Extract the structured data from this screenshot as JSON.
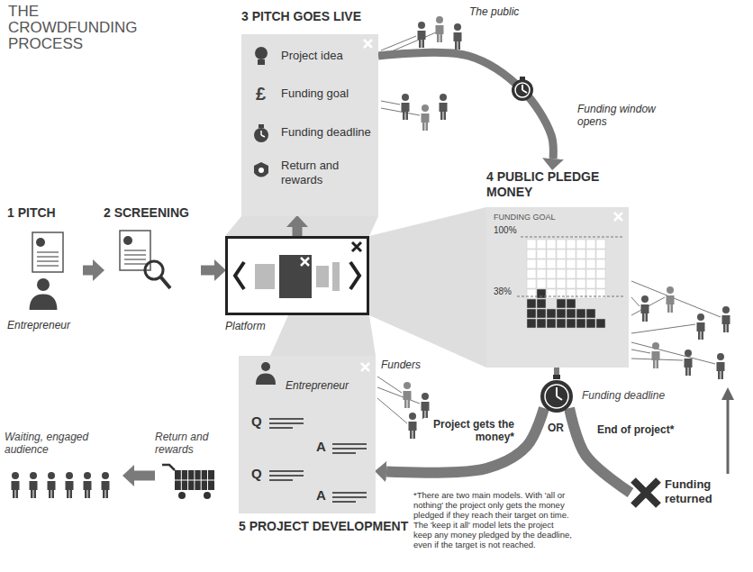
{
  "diagram": {
    "title": "THE CROWDFUNDING PROCESS",
    "nodes": [
      {
        "text": [
          "1 PITCH",
          "Entrepreneur"
        ]
      },
      {
        "text": [
          "2 SCREENING"
        ]
      },
      {
        "text": [
          "Platform"
        ]
      },
      {
        "text": [
          "3 PITCH GOES LIVE",
          "Project idea",
          "Funding goal",
          "Funding deadline",
          "Return and rewards"
        ]
      },
      {
        "text": [
          "4 PUBLIC PLEDGE MONEY",
          "FUNDING GOAL",
          "100%",
          "38%"
        ]
      },
      {
        "text": [
          "Funding deadline"
        ]
      },
      {
        "text": [
          "5 PROJECT DEVELOPMENT",
          "Entrepreneur",
          "Q",
          "A",
          "Q",
          "A"
        ]
      },
      {
        "text": [
          "Return and rewards"
        ]
      },
      {
        "text": [
          "Waiting, engaged audience"
        ]
      },
      {
        "text": [
          "Funding returned"
        ]
      }
    ],
    "edges": [
      {
        "from": 0,
        "to": 1,
        "arrow": "to"
      },
      {
        "from": 1,
        "to": 2,
        "arrow": "to"
      },
      {
        "from": 2,
        "to": 3,
        "arrow": "to"
      },
      {
        "from": 3,
        "to": 4,
        "label": "Funding window opens",
        "arrow": "to"
      },
      {
        "from": 4,
        "to": 5,
        "arrow": "none"
      },
      {
        "from": 5,
        "to": 6,
        "label": "Project gets the money*",
        "arrow": "to"
      },
      {
        "from": 5,
        "to": 9,
        "label": "End of project*",
        "arrow": "none"
      },
      {
        "from": 7,
        "to": 8,
        "arrow": "to"
      }
    ],
    "labels": [
      "The public",
      "£",
      "Funders",
      "OR",
      "*There are two main models. With 'all or nothing' the project only gets the money pledged if they reach their target on time. The 'keep it all' model lets the project keep any money pledged by the deadline, even if the target is not reached."
    ]
  }
}
